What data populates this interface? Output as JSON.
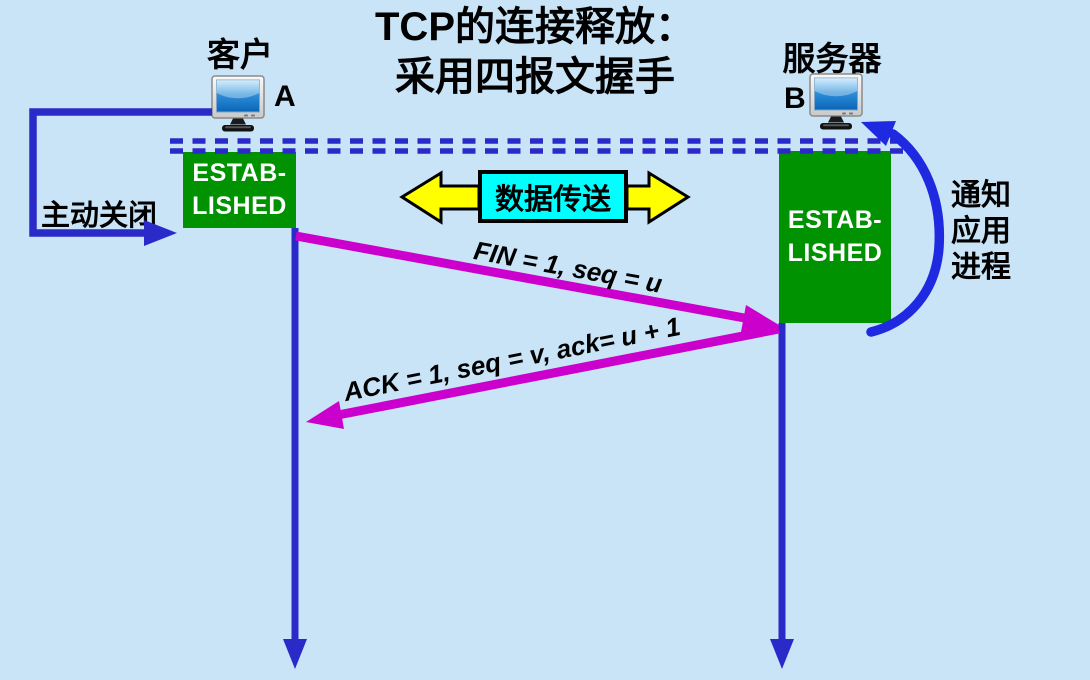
{
  "title": {
    "line1": "TCP的连接释放：",
    "line2": "采用四报文握手"
  },
  "client": {
    "role_label": "客户",
    "host_label": "A",
    "state_line1": "ESTAB-",
    "state_line2": "LISHED",
    "action_label": "主动关闭"
  },
  "server": {
    "role_label": "服务器",
    "host_label": "B",
    "state_line1": "ESTAB-",
    "state_line2": "LISHED",
    "note_line1": "通知",
    "note_line2": "应用",
    "note_line3": "进程"
  },
  "data_transfer_label": "数据传送",
  "messages": {
    "fin": "FIN = 1, seq = u",
    "ack": "ACK = 1, seq = v, ack= u + 1"
  },
  "colors": {
    "background": "#c9e3f7",
    "line_blue": "#2a2ac8",
    "notify_curve_blue": "#1f2ae0",
    "message_magenta": "#cc00cc",
    "state_green": "#019201",
    "data_transfer_cyan": "#00ffff",
    "data_transfer_arrow_yellow": "#ffff00",
    "text_black": "#000000",
    "state_text_white": "#ffffff"
  }
}
